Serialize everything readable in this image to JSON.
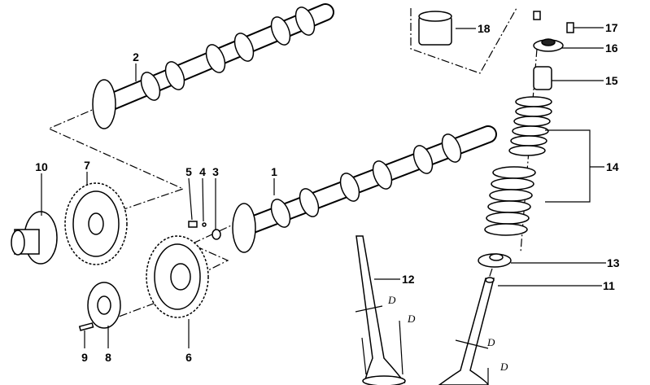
{
  "diagram": {
    "callouts": [
      "1",
      "2",
      "3",
      "4",
      "5",
      "6",
      "7",
      "8",
      "9",
      "10",
      "11",
      "12",
      "13",
      "14",
      "15",
      "16",
      "17",
      "18"
    ],
    "dimension_label": "D"
  }
}
